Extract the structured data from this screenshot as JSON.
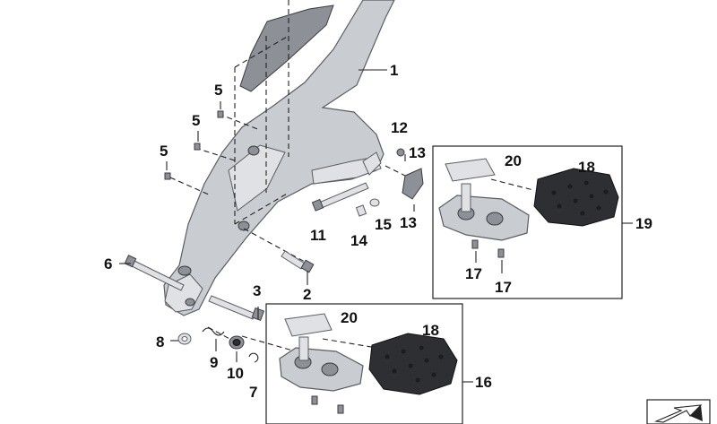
{
  "callouts": {
    "c1": "1",
    "c2": "2",
    "c3": "3",
    "c5a": "5",
    "c5b": "5",
    "c5c": "5",
    "c6": "6",
    "c7": "7",
    "c8": "8",
    "c9": "9",
    "c10": "10",
    "c11": "11",
    "c12": "12",
    "c13a": "13",
    "c13b": "13",
    "c14": "14",
    "c15": "15",
    "c16": "16",
    "c17a": "17",
    "c17b": "17",
    "c18a": "18",
    "c18b": "18",
    "c19": "19",
    "c20a": "20",
    "c20b": "20"
  },
  "icons": {
    "corner": "arrow-up-left-icon"
  },
  "colors": {
    "metal": "#c9ccd0",
    "rubber": "#2e2f33",
    "line": "#222222"
  }
}
